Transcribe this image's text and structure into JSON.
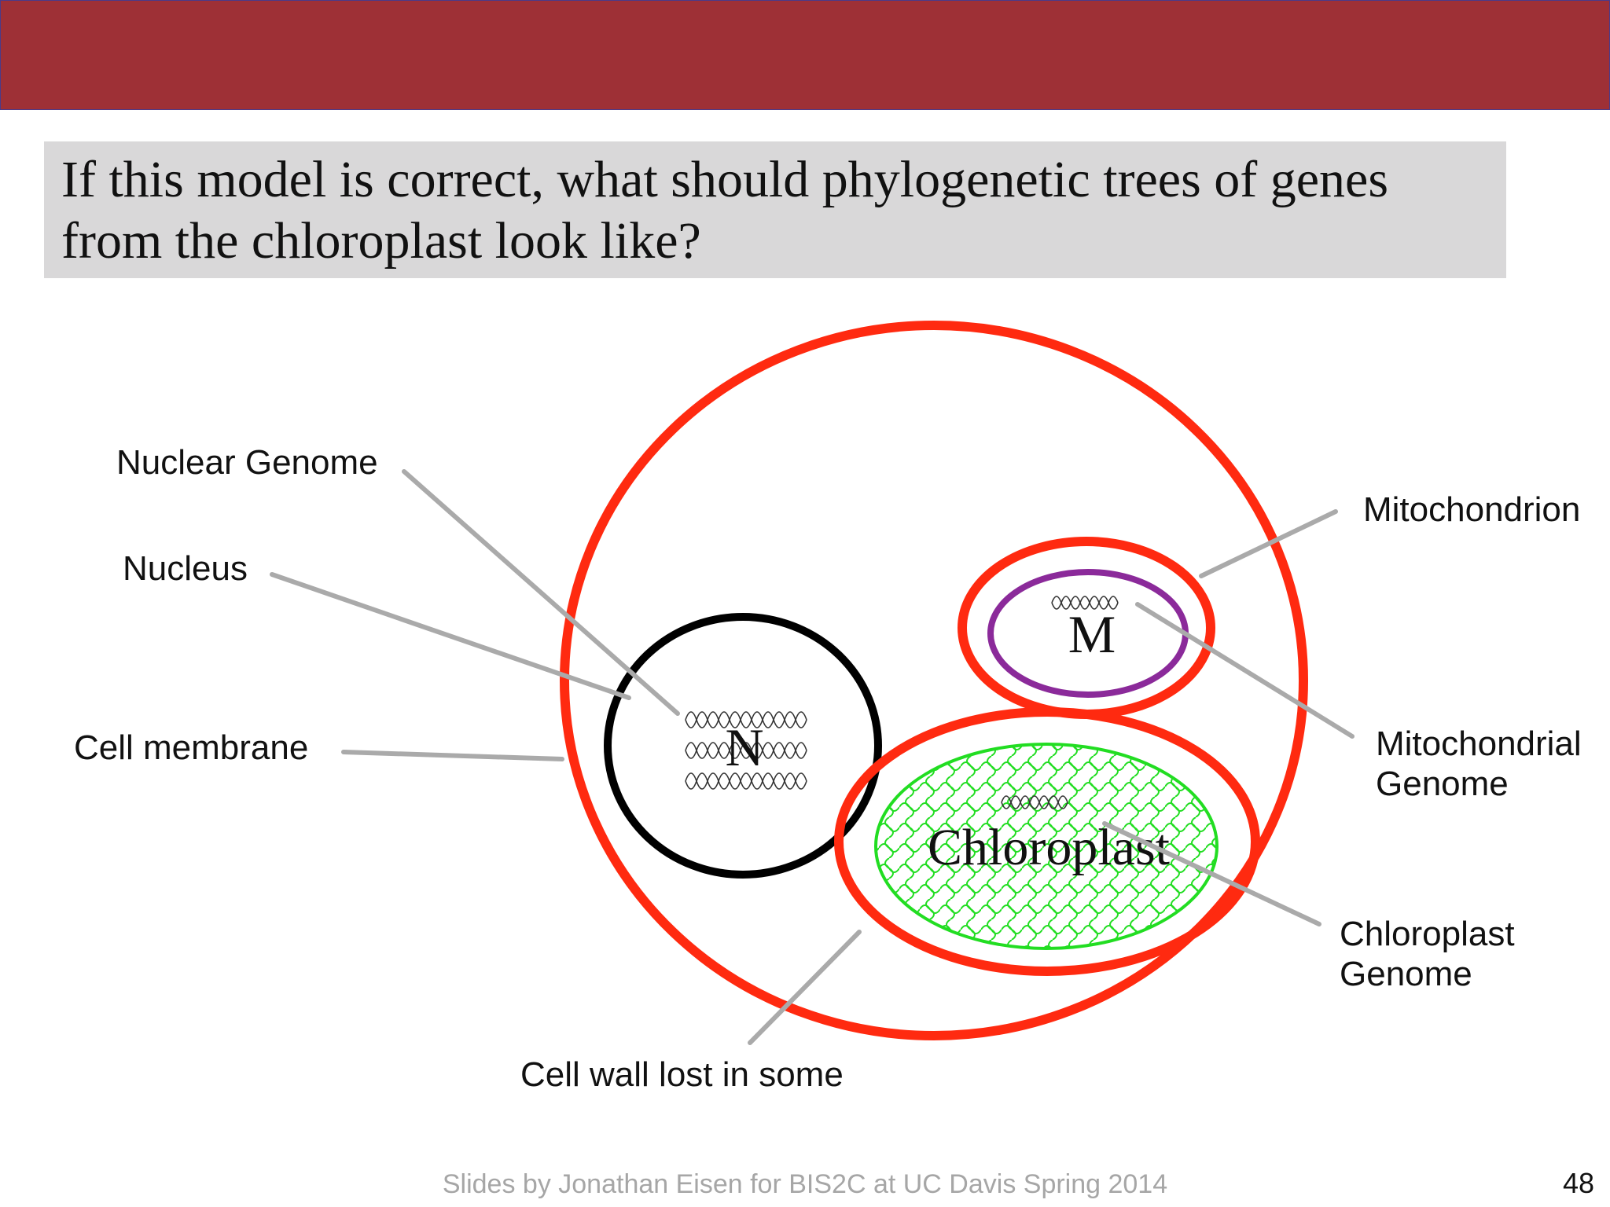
{
  "slide": {
    "question": "If this model is correct, what should phylogenetic trees of genes from the chloroplast look like?",
    "footer": "Slides by Jonathan Eisen for BIS2C at UC Davis Spring 2014",
    "page_number": "48"
  },
  "diagram": {
    "nucleus_letter": "N",
    "mito_letter": "M",
    "chloroplast_label": "Chloroplast",
    "labels": {
      "nuclear_genome": "Nuclear Genome",
      "nucleus": "Nucleus",
      "cell_membrane": "Cell membrane",
      "cell_wall": "Cell wall lost in some",
      "mitochondrion": "Mitochondrion",
      "mito_genome_line1": "Mitochondrial",
      "mito_genome_line2": "Genome",
      "chloro_genome_line1": "Chloroplast",
      "chloro_genome_line2": "Genome"
    },
    "colors": {
      "membrane": "#ff2a10",
      "nucleus": "#000000",
      "mito_inner": "#8b2a9a",
      "chloroplast": "#22dd22",
      "leader": "#aaaaaa",
      "header": "#9e3036"
    }
  }
}
